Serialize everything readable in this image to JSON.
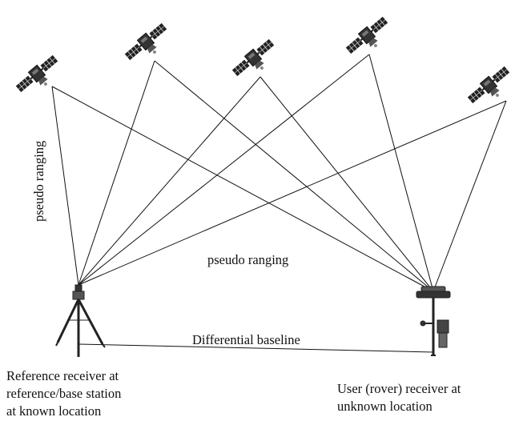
{
  "labels": {
    "pseudo_ranging_vertical": "pseudo ranging",
    "pseudo_ranging_middle": "pseudo ranging",
    "baseline": "Differential baseline",
    "reference_line1": "Reference receiver at",
    "reference_line2": "reference/base station",
    "reference_line3": "at known location",
    "user_line1": "User (rover) receiver at",
    "user_line2": "unknown location"
  },
  "satellite_count": 5,
  "receivers": [
    "reference-receiver-tripod",
    "user-rover-receiver"
  ],
  "colors": {
    "ink": "#111111",
    "background": "#ffffff"
  }
}
